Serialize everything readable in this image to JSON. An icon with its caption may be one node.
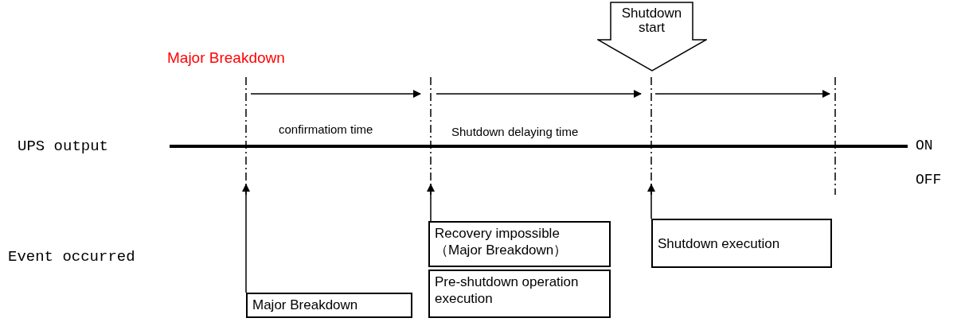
{
  "diagram": {
    "nodes": [
      {
        "text": [
          "Shutdown start"
        ]
      },
      {
        "text": [
          "Recovery impossible （Major Breakdown）"
        ]
      },
      {
        "text": [
          "Shutdown execution"
        ]
      },
      {
        "text": [
          "Pre-shutdown operation execution"
        ]
      },
      {
        "text": [
          "Major Breakdown"
        ]
      }
    ],
    "edges": [
      {
        "from": 4,
        "to": null,
        "arrow": "to"
      },
      {
        "from": 1,
        "to": null,
        "arrow": "to"
      },
      {
        "from": 2,
        "to": null,
        "arrow": "to"
      }
    ],
    "labels": [
      "Major Breakdown",
      "confirmatiom time",
      "Shutdown delaying time",
      "UPS output",
      "ON",
      "OFF",
      "Event occurred"
    ]
  }
}
